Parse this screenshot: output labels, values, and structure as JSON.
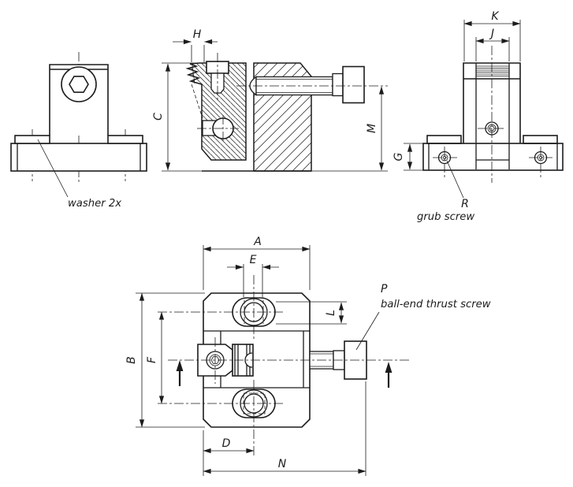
{
  "colors": {
    "background": "#ffffff",
    "line": "#1c1c1c"
  },
  "front_view": {
    "annotation_washer": "washer 2x"
  },
  "section_view": {
    "dim_h": "H",
    "dim_c": "C",
    "dim_m": "M"
  },
  "side_view": {
    "dim_k": "K",
    "dim_j": "J",
    "dim_g": "G",
    "label_r": "R",
    "annotation_grub": "grub screw"
  },
  "plan_view": {
    "dim_a": "A",
    "dim_e": "E",
    "dim_l": "L",
    "dim_b": "B",
    "dim_f": "F",
    "dim_d": "D",
    "dim_n": "N",
    "label_p": "P",
    "annotation_thrust": "ball-end thrust screw"
  }
}
